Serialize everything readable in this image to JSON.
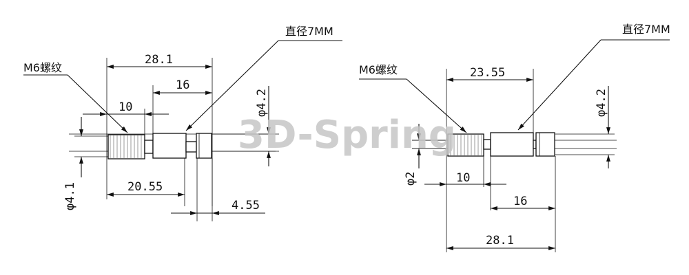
{
  "watermark": "3D-Spring",
  "left_view": {
    "thread_label": "M6螺纹",
    "diameter_label": "直径7MM",
    "dim_total": "28.1",
    "dim_16": "16",
    "dim_10": "10",
    "dim_phi42": "φ4.2",
    "dim_phi41": "φ4.1",
    "dim_2055": "20.55",
    "dim_455": "4.55"
  },
  "right_view": {
    "thread_label": "M6螺纹",
    "diameter_label": "直径7MM",
    "dim_2355": "23.55",
    "dim_phi42": "φ4.2",
    "dim_phi2": "φ2",
    "dim_10": "10",
    "dim_16": "16",
    "dim_total": "28.1"
  }
}
